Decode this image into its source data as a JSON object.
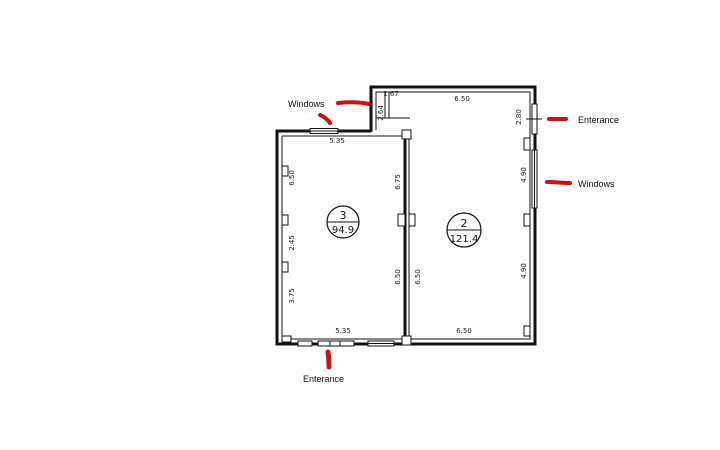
{
  "annotations": {
    "windows_top": "Windows",
    "windows_right": "Windows",
    "entrance_right": "Enterance",
    "entrance_bottom": "Enterance"
  },
  "rooms": [
    {
      "number": "3",
      "area": "94.9"
    },
    {
      "number": "2",
      "area": "121.4"
    }
  ],
  "dimensions": {
    "room3_top": "5.35",
    "room3_bottom": "5.35",
    "room3_left_upper": "6.50",
    "room3_left_middle": "2.45",
    "room3_left_lower": "3.75",
    "room3_right_upper": "6.75",
    "room3_right_lower": "6.50",
    "room2_left": "6.50",
    "room2_top": "6.50",
    "room2_bottom": "6.50",
    "room2_right_top": "2.80",
    "room2_right_middle": "4.90",
    "room2_right_lower": "4.90",
    "corridor_top": "1.67",
    "corridor_side": "2.64"
  },
  "colors": {
    "wall": "#111111",
    "marker": "#cc1111"
  }
}
